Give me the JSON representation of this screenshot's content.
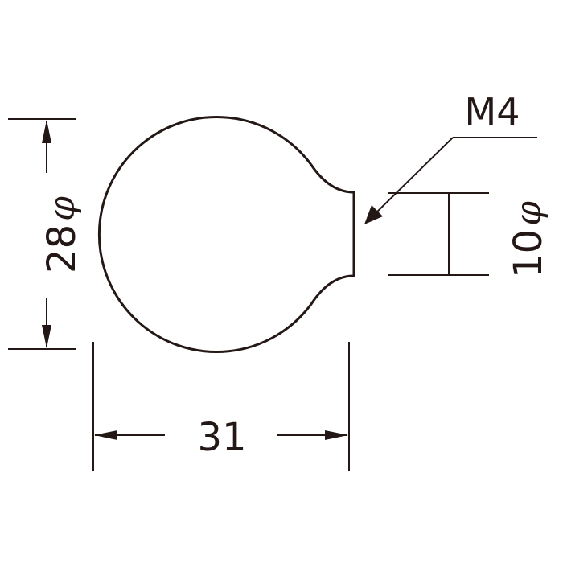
{
  "diagram": {
    "stroke_color": "#231815",
    "background_color": "#ffffff",
    "dimensions": {
      "height": {
        "value": "28",
        "symbol": "φ"
      },
      "width": {
        "value": "31"
      },
      "neck": {
        "value": "10",
        "symbol": "φ"
      },
      "thread": {
        "label": "M4"
      }
    }
  }
}
